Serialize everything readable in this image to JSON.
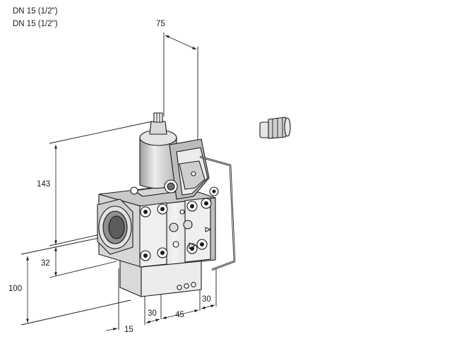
{
  "header": {
    "line1": "DN 15 (1/2\")",
    "line2": "DN 15 (1/2\")"
  },
  "dimensions": {
    "top_width": "75",
    "height_total": "143",
    "height_lower": "32",
    "height_base": "100",
    "bottom_left": "15",
    "bottom_a": "30",
    "bottom_b": "45",
    "bottom_c": "30"
  },
  "colors": {
    "outline": "#1a1a1a",
    "body_light": "#ececec",
    "body_mid": "#d2d2d2",
    "body_dark": "#a8a8a8"
  }
}
